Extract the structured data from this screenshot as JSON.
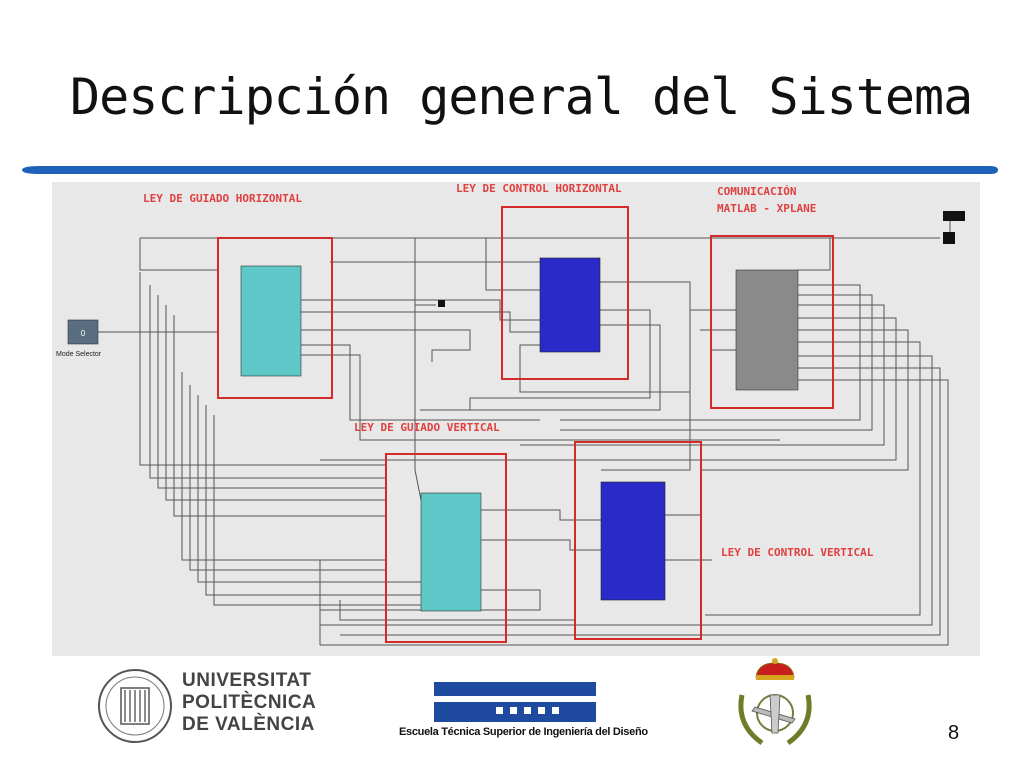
{
  "slide": {
    "title": "Descripción general del Sistema",
    "page_number": "8"
  },
  "diagram": {
    "labels": {
      "guiado_horizontal": "LEY DE GUIADO HORIZONTAL",
      "control_horizontal": "LEY DE CONTROL HORIZONTAL",
      "comunicacion_1": "COMUNICACIÓN",
      "comunicacion_2": "MATLAB - XPLANE",
      "guiado_vertical": "LEY DE GUIADO VERTICAL",
      "control_vertical": "LEY DE CONTROL VERTICAL"
    },
    "mode_selector": {
      "value": "0",
      "label": "Mode Selector"
    },
    "colors": {
      "frame": "#d42a2a",
      "teal_block": "#5ec7c7",
      "blue_block": "#2a2ac8",
      "gray_block": "#888888",
      "background": "#e8e8e8",
      "wire": "#555555"
    }
  },
  "footer": {
    "upv_line1": "UNIVERSITAT",
    "upv_line2": "POLITÈCNICA",
    "upv_line3": "DE VALÈNCIA",
    "etsid_name": "Escuela Técnica Superior de Ingeniería del Diseño"
  },
  "rule_color": "#1e63b8"
}
